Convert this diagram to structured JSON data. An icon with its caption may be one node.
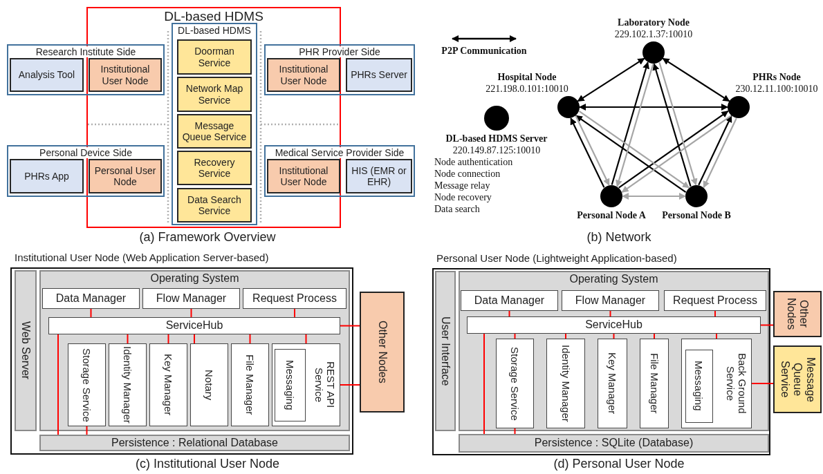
{
  "diagram": {
    "nodes": [
      {
        "text": [
          "DL-based HDMS"
        ]
      },
      {
        "text": [
          "DL-based HDMS"
        ],
        "in": 0
      },
      {
        "text": [
          "Doorman Service"
        ],
        "in": 1
      },
      {
        "text": [
          "Network Map Service"
        ],
        "in": 1
      },
      {
        "text": [
          "Message Queue Service"
        ],
        "in": 1
      },
      {
        "text": [
          "Recovery Service"
        ],
        "in": 1
      },
      {
        "text": [
          "Data Search Service"
        ],
        "in": 1
      },
      {
        "text": [
          "Research Institute Side"
        ]
      },
      {
        "text": [
          "Analysis Tool"
        ],
        "in": 7
      },
      {
        "text": [
          "Institutional User Node"
        ]
      },
      {
        "text": [
          "PHR Provider Side"
        ]
      },
      {
        "text": [
          "Institutional User Node"
        ]
      },
      {
        "text": [
          "PHRs Server"
        ],
        "in": 10
      },
      {
        "text": [
          "Personal Device Side"
        ]
      },
      {
        "text": [
          "PHRs App"
        ],
        "in": 13
      },
      {
        "text": [
          "Personal User Node"
        ]
      },
      {
        "text": [
          "Medical Service Provider Side"
        ]
      },
      {
        "text": [
          "Institutional User Node"
        ]
      },
      {
        "text": [
          "HIS (EMR or EHR)"
        ],
        "in": 16
      },
      {
        "text": [],
        "shape": "circle",
        "beside": [
          "Laboratory Node",
          "229.102.1.37:10010"
        ]
      },
      {
        "text": [],
        "shape": "circle",
        "beside": [
          "Hospital Node",
          "221.198.0.101:10010"
        ]
      },
      {
        "text": [],
        "shape": "circle",
        "beside": [
          "PHRs Node",
          "230.12.11.100:10010"
        ]
      },
      {
        "text": [],
        "shape": "circle",
        "beside": [
          "Personal Node A"
        ]
      },
      {
        "text": [],
        "shape": "circle",
        "beside": [
          "Personal Node B"
        ]
      },
      {
        "text": [],
        "shape": "circle",
        "beside": [
          "DL-based HDMS Server",
          "220.149.87.125:10010",
          "Node authentication",
          "Node connection",
          "Message relay",
          "Node recovery",
          "Data search"
        ]
      },
      {
        "text": [
          "Institutional User Node (Web Application Server-based)"
        ]
      },
      {
        "text": [
          "Web Server"
        ],
        "in": 25
      },
      {
        "text": [
          "Operating System"
        ],
        "in": 25
      },
      {
        "text": [
          "Data Manager"
        ],
        "in": 27
      },
      {
        "text": [
          "Flow Manager"
        ],
        "in": 27
      },
      {
        "text": [
          "Request Process"
        ],
        "in": 27
      },
      {
        "text": [
          "ServiceHub"
        ],
        "in": 27
      },
      {
        "text": [
          "Storage Service"
        ],
        "in": 27
      },
      {
        "text": [
          "Identity Manager"
        ],
        "in": 27
      },
      {
        "text": [
          "Key Manager"
        ],
        "in": 27
      },
      {
        "text": [
          "Notary"
        ],
        "in": 27
      },
      {
        "text": [
          "File Manager"
        ],
        "in": 27
      },
      {
        "text": [
          "REST API Service"
        ],
        "in": 27
      },
      {
        "text": [
          "Messaging"
        ],
        "in": 37
      },
      {
        "text": [
          "Persistence : Relational Database"
        ],
        "in": 25
      },
      {
        "text": [
          "Other Nodes"
        ]
      },
      {
        "text": [
          "Personal User Node (Lightweight Application-based)"
        ]
      },
      {
        "text": [
          "User Interface"
        ],
        "in": 41
      },
      {
        "text": [
          "Operating System"
        ],
        "in": 41
      },
      {
        "text": [
          "Data Manager"
        ],
        "in": 43
      },
      {
        "text": [
          "Flow Manager"
        ],
        "in": 43
      },
      {
        "text": [
          "Request Process"
        ],
        "in": 43
      },
      {
        "text": [
          "ServiceHub"
        ],
        "in": 43
      },
      {
        "text": [
          "Storage Service"
        ],
        "in": 43
      },
      {
        "text": [
          "Identity Manager"
        ],
        "in": 43
      },
      {
        "text": [
          "Key Manager"
        ],
        "in": 43
      },
      {
        "text": [
          "File Manager"
        ],
        "in": 43
      },
      {
        "text": [
          "Back Ground Service"
        ],
        "in": 43
      },
      {
        "text": [
          "Messaging"
        ],
        "in": 52
      },
      {
        "text": [
          "Persistence : SQLite (Database)"
        ],
        "in": 41
      },
      {
        "text": [
          "Other Nodes"
        ]
      },
      {
        "text": [
          "Message Queue Service"
        ]
      }
    ],
    "edges": [
      {
        "from": 19,
        "to": 20,
        "arrow": "both",
        "color": "#000000"
      },
      {
        "from": 19,
        "to": 21,
        "arrow": "both",
        "color": "#000000"
      },
      {
        "from": 20,
        "to": 21,
        "arrow": "both",
        "color": "#000000"
      },
      {
        "from": 22,
        "to": 19,
        "arrow": "to",
        "color": "#000000"
      },
      {
        "from": 22,
        "to": 20,
        "arrow": "to",
        "color": "#000000"
      },
      {
        "from": 22,
        "to": 21,
        "arrow": "to",
        "color": "#000000"
      },
      {
        "from": 23,
        "to": 19,
        "arrow": "to",
        "color": "#000000"
      },
      {
        "from": 23,
        "to": 20,
        "arrow": "to",
        "color": "#000000"
      },
      {
        "from": 23,
        "to": 21,
        "arrow": "to",
        "color": "#000000"
      },
      {
        "from": 19,
        "to": 22,
        "arrow": "to",
        "color": "#a6a6a6"
      },
      {
        "from": 19,
        "to": 23,
        "arrow": "to",
        "color": "#a6a6a6"
      },
      {
        "from": 20,
        "to": 22,
        "arrow": "to",
        "color": "#a6a6a6"
      },
      {
        "from": 20,
        "to": 23,
        "arrow": "to",
        "color": "#a6a6a6"
      },
      {
        "from": 21,
        "to": 22,
        "arrow": "to",
        "color": "#a6a6a6"
      },
      {
        "from": 21,
        "to": 23,
        "arrow": "to",
        "color": "#a6a6a6"
      },
      {
        "from": 22,
        "to": 23,
        "arrow": "both",
        "color": "#a6a6a6"
      },
      {
        "from": 28,
        "to": 31,
        "arrow": "none"
      },
      {
        "from": 29,
        "to": 31,
        "arrow": "none"
      },
      {
        "from": 30,
        "to": 31,
        "arrow": "none"
      },
      {
        "from": 31,
        "to": 33,
        "arrow": "none"
      },
      {
        "from": 31,
        "to": 34,
        "arrow": "none"
      },
      {
        "from": 31,
        "to": 35,
        "arrow": "none"
      },
      {
        "from": 31,
        "to": 36,
        "arrow": "none"
      },
      {
        "from": 31,
        "to": 37,
        "arrow": "none"
      },
      {
        "from": 31,
        "to": 39,
        "arrow": "none"
      },
      {
        "from": 32,
        "to": 39,
        "arrow": "none"
      },
      {
        "from": 31,
        "to": 40,
        "arrow": "none"
      },
      {
        "from": 37,
        "to": 40,
        "arrow": "none"
      },
      {
        "from": 44,
        "to": 47,
        "arrow": "none"
      },
      {
        "from": 45,
        "to": 47,
        "arrow": "none"
      },
      {
        "from": 46,
        "to": 47,
        "arrow": "none"
      },
      {
        "from": 47,
        "to": 48,
        "arrow": "none"
      },
      {
        "from": 47,
        "to": 49,
        "arrow": "none"
      },
      {
        "from": 47,
        "to": 50,
        "arrow": "none"
      },
      {
        "from": 47,
        "to": 51,
        "arrow": "none"
      },
      {
        "from": 47,
        "to": 52,
        "arrow": "none"
      },
      {
        "from": 47,
        "to": 54,
        "arrow": "none"
      },
      {
        "from": 48,
        "to": 54,
        "arrow": "none"
      },
      {
        "from": 47,
        "to": 55,
        "arrow": "none"
      },
      {
        "from": 52,
        "to": 56,
        "arrow": "none"
      }
    ],
    "labels": [
      "(a) Framework Overview",
      "(b) Network",
      "(c) Institutional User Node",
      "(d) Personal User Node"
    ],
    "legend": [
      {
        "text": "P2P Communication"
      }
    ]
  }
}
